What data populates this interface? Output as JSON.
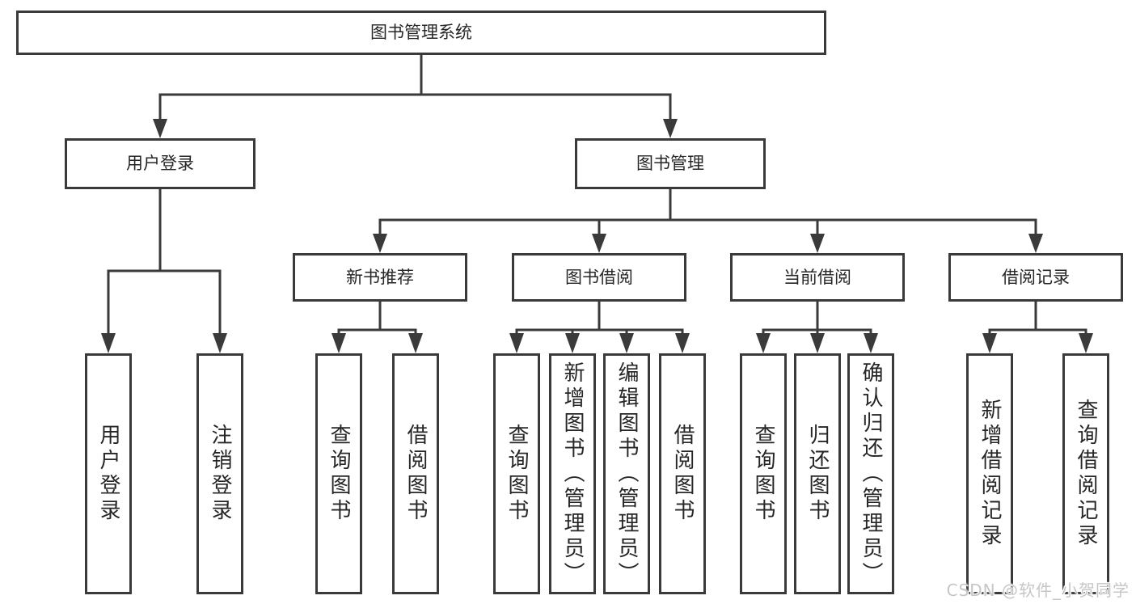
{
  "colors": {
    "line": "#3a3a3a",
    "box_border": "#3a3a3a",
    "text": "#262626",
    "background": "#ffffff",
    "watermark": "#c6c6c6"
  },
  "nodes": {
    "root": {
      "label": "图书管理系统"
    },
    "level2": [
      {
        "id": "user-login",
        "label": "用户登录"
      },
      {
        "id": "book-management",
        "label": "图书管理"
      }
    ],
    "level3": [
      {
        "id": "new-book-recommend",
        "label": "新书推荐"
      },
      {
        "id": "book-borrowing",
        "label": "图书借阅"
      },
      {
        "id": "current-borrowing",
        "label": "当前借阅"
      },
      {
        "id": "borrowing-records",
        "label": "借阅记录"
      }
    ],
    "leaves": [
      {
        "group": "user-login",
        "label": "用户登录"
      },
      {
        "group": "user-login",
        "label": "注销登录"
      },
      {
        "group": "new-book-recommend",
        "label": "查询图书"
      },
      {
        "group": "new-book-recommend",
        "label": "借阅图书"
      },
      {
        "group": "book-borrowing",
        "label": "查询图书"
      },
      {
        "group": "book-borrowing",
        "label": "新增图书（管理员）"
      },
      {
        "group": "book-borrowing",
        "label": "编辑图书（管理员）"
      },
      {
        "group": "book-borrowing",
        "label": "借阅图书"
      },
      {
        "group": "current-borrowing",
        "label": "查询图书"
      },
      {
        "group": "current-borrowing",
        "label": "归还图书"
      },
      {
        "group": "current-borrowing",
        "label": "确认归还（管理员）"
      },
      {
        "group": "borrowing-records",
        "label": "新增借阅记录"
      },
      {
        "group": "borrowing-records",
        "label": "查询借阅记录"
      }
    ]
  },
  "watermark": {
    "text": "CSDN @软件_小贺同学"
  }
}
